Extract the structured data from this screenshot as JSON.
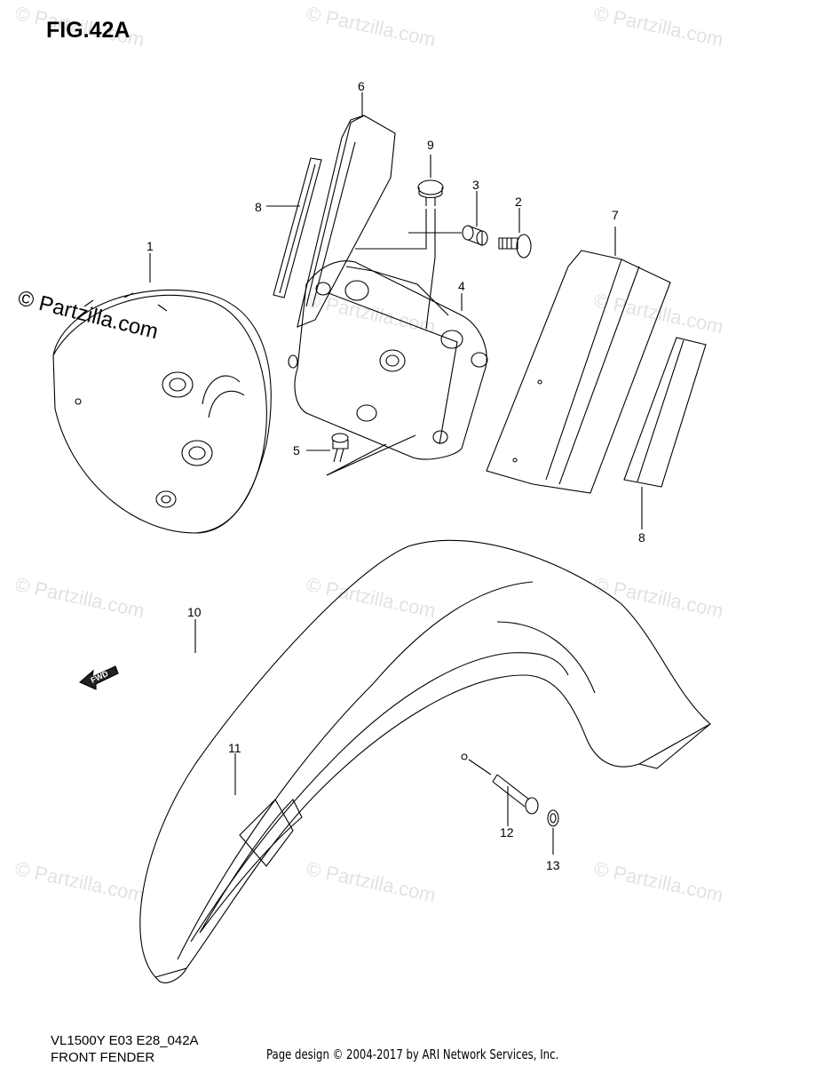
{
  "figure": {
    "title": "FIG.42A"
  },
  "watermark": {
    "text": "© Partzilla.com"
  },
  "callouts": [
    "1",
    "2",
    "3",
    "4",
    "5",
    "6",
    "7",
    "8",
    "8",
    "9",
    "10",
    "11",
    "12",
    "13"
  ],
  "fwd_label": "FWD",
  "footer": {
    "model": "VL1500Y E03 E28_042A",
    "section": "FRONT FENDER",
    "credit": "Page design © 2004-2017 by ARI Network Services, Inc."
  }
}
